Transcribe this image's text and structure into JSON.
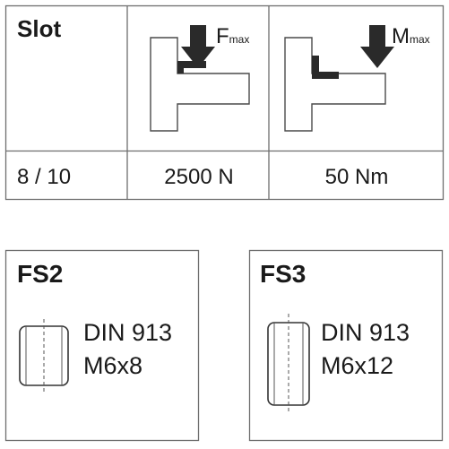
{
  "table": {
    "header": {
      "slot_label": "Slot",
      "force_symbol": "F",
      "force_subscript": "max",
      "moment_symbol": "M",
      "moment_subscript": "max"
    },
    "row": {
      "slot_value": "8 / 10",
      "force_value": "2500 N",
      "moment_value": "50 Nm"
    }
  },
  "cards": [
    {
      "title": "FS2",
      "standard": "DIN 913",
      "size": "M6x8"
    },
    {
      "title": "FS3",
      "standard": "DIN 913",
      "size": "M6x12"
    }
  ],
  "colors": {
    "line": "#6e6e6e",
    "text": "#1a1a1a",
    "arrow": "#2a2a2a",
    "gray_fill": "#e3e3e3"
  }
}
